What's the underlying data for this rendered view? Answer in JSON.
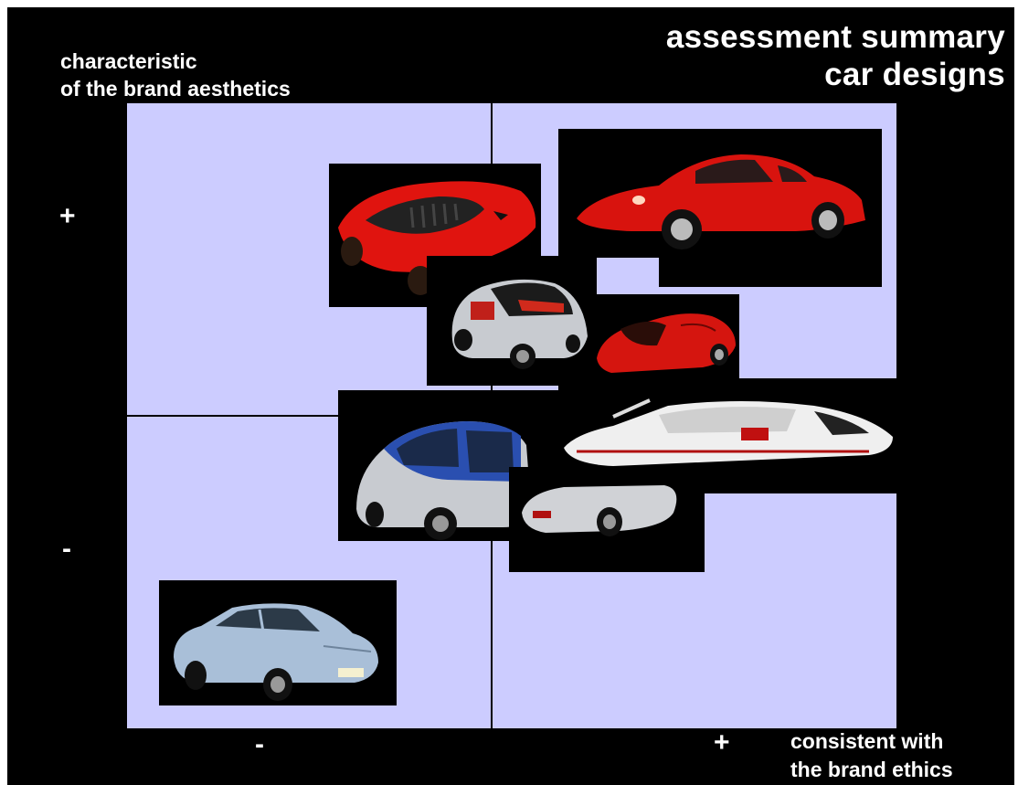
{
  "header": {
    "title_line1": "assessment summary",
    "title_line2": "car designs"
  },
  "axes": {
    "y_label_line1": "characteristic",
    "y_label_line2": "of the brand aesthetics",
    "x_label_line1": "consistent with",
    "x_label_line2": "the brand ethics",
    "y_plus": "+",
    "y_minus": "-",
    "x_minus": "-",
    "x_plus": "+"
  },
  "colors": {
    "background": "#000000",
    "quadrant": "#ccccff",
    "text": "#ffffff"
  },
  "cars": [
    {
      "name": "red-concept-sports-car-photo",
      "body_color": "#e0140f"
    },
    {
      "name": "red-classic-coupe-photo",
      "body_color": "#d8130e"
    },
    {
      "name": "silver-micro-car-photo",
      "body_color": "#c8cbd0"
    },
    {
      "name": "red-supercar-photo",
      "body_color": "#d5150f"
    },
    {
      "name": "blue-silver-city-car-photo",
      "body_color": "#2a4fb0"
    },
    {
      "name": "white-wedge-concept-car-photo",
      "body_color": "#efefef"
    },
    {
      "name": "silver-roadster-photo",
      "body_color": "#d0d2d6"
    },
    {
      "name": "light-blue-sedan-photo",
      "body_color": "#a9bfd8"
    }
  ]
}
